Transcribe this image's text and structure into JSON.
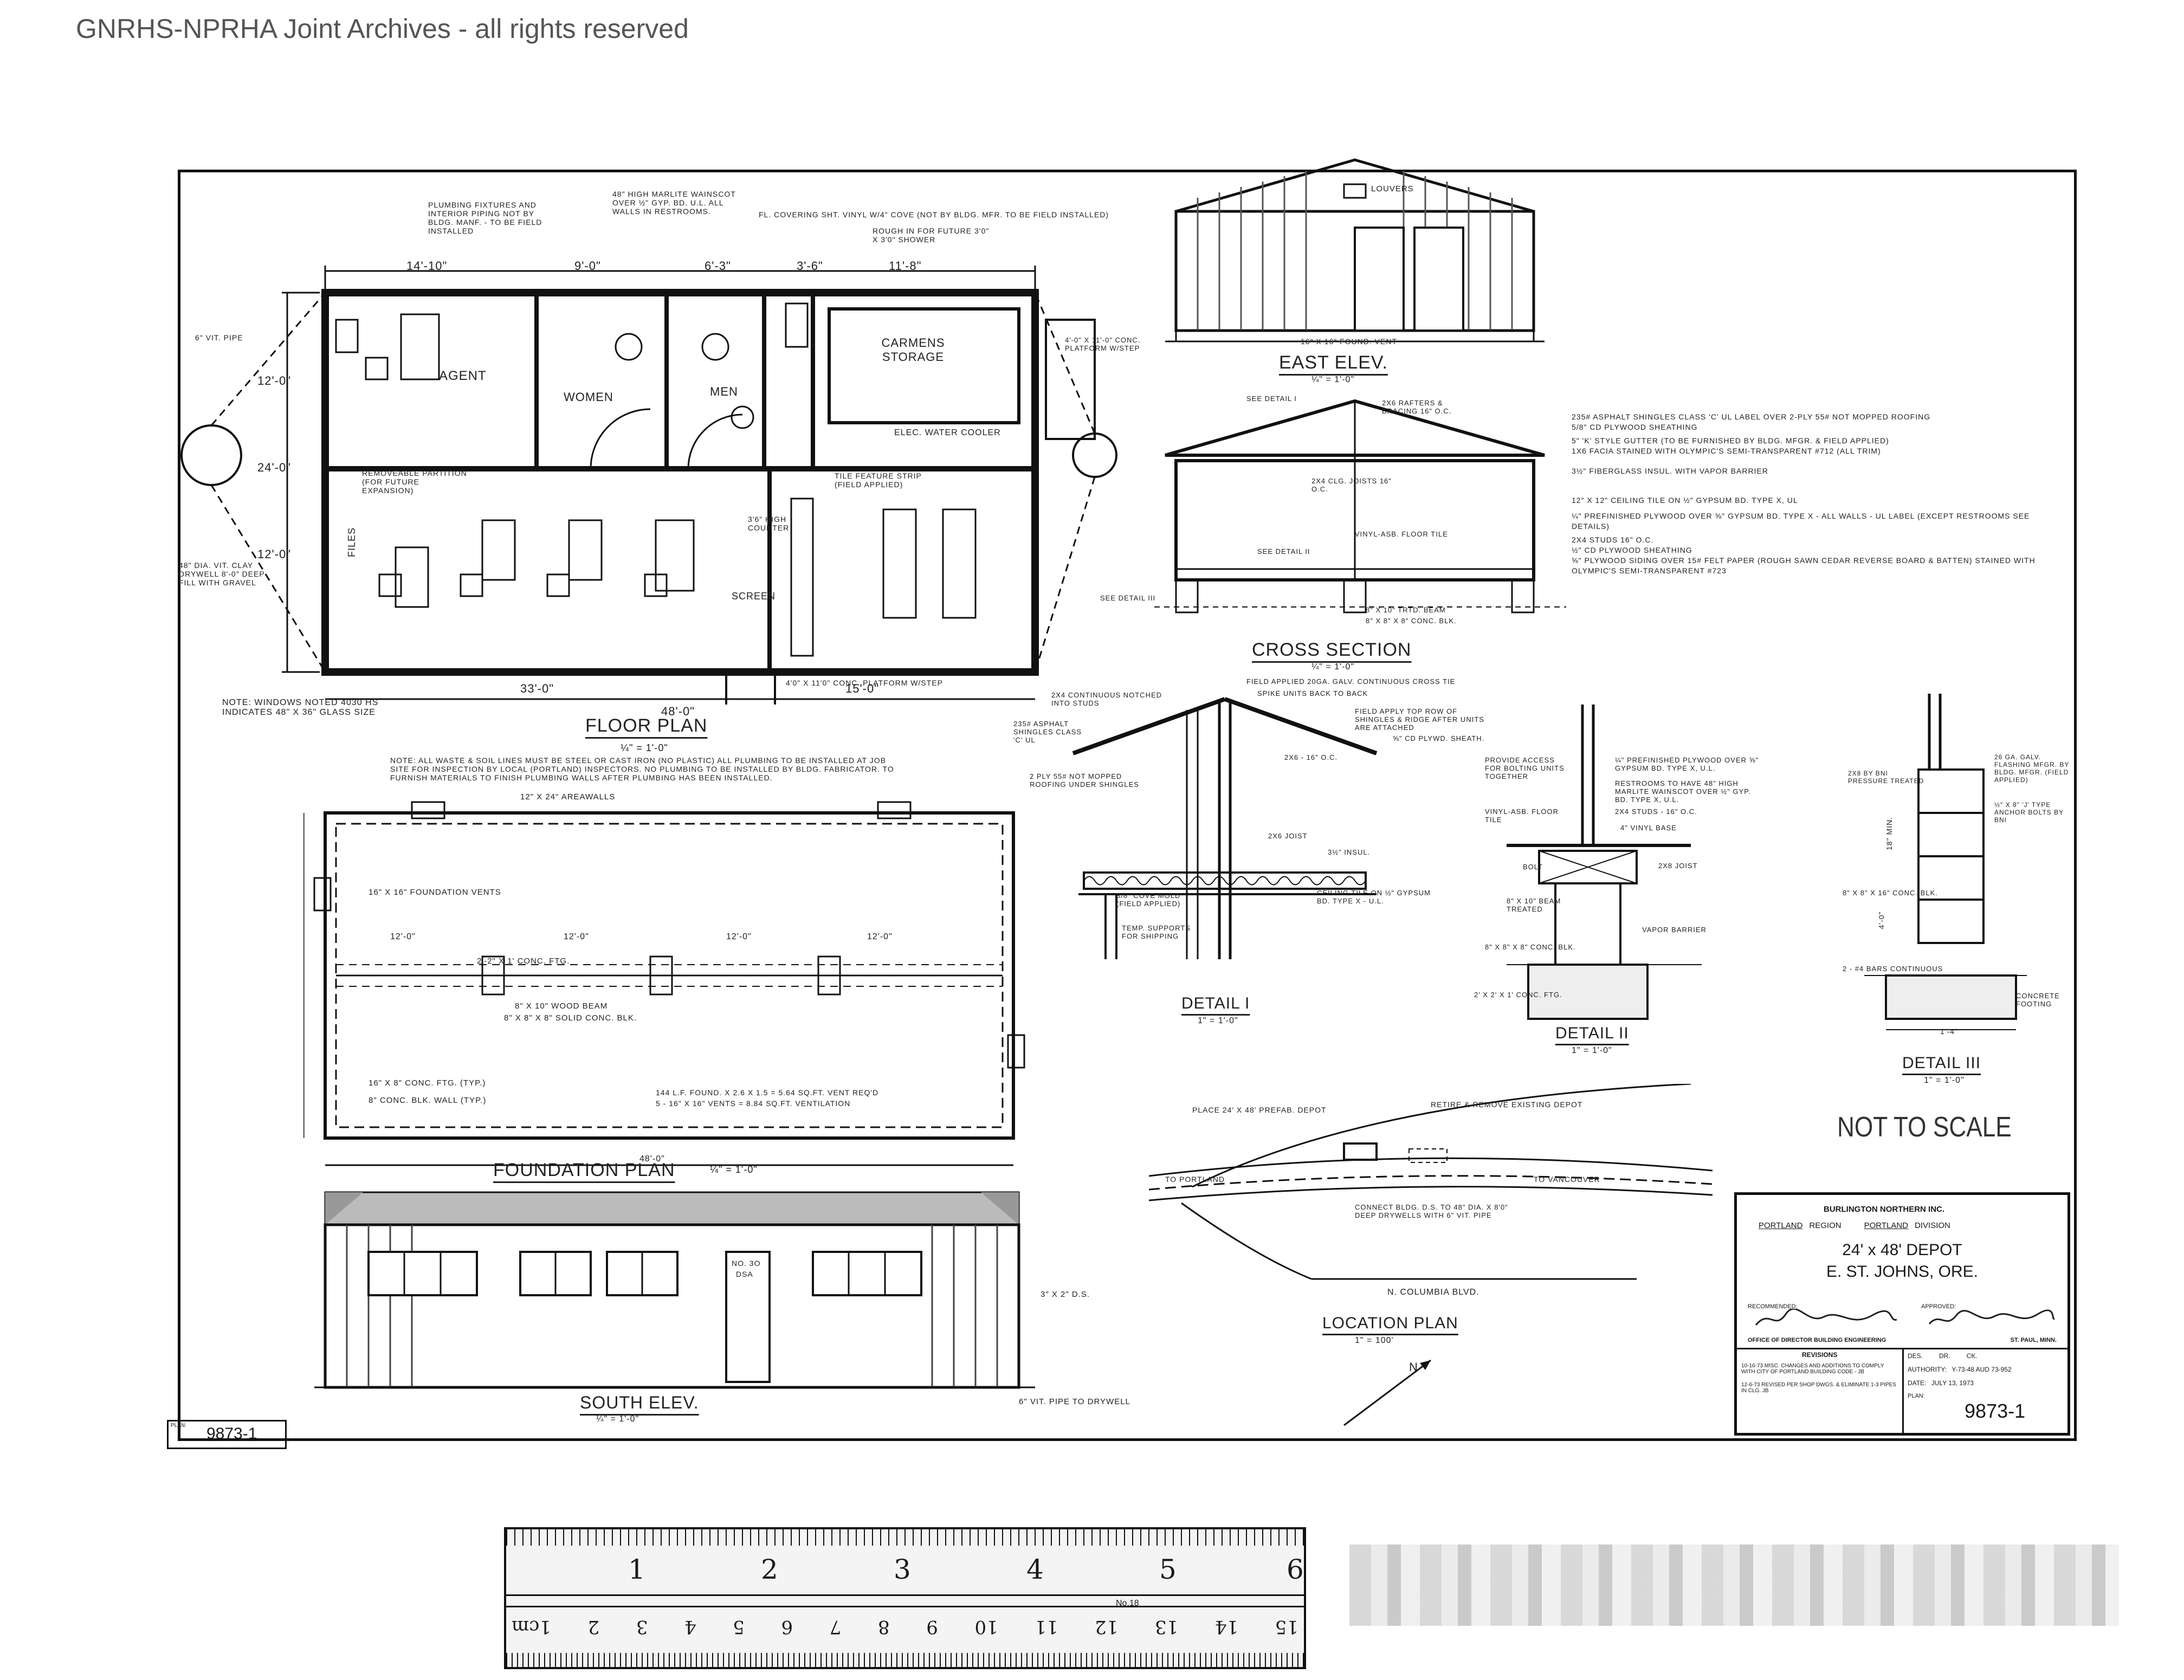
{
  "watermark": "GNRHS-NPRHA Joint Archives - all rights reserved",
  "floor_plan": {
    "title": "FLOOR PLAN",
    "scale": "¼\" = 1'-0\"",
    "rooms": [
      "AGENT",
      "WOMEN",
      "MEN",
      "CARMENS STORAGE",
      "FILES",
      "SCREEN"
    ],
    "dims_top": [
      "14'-10\"",
      "9'-0\"",
      "6'-3\"",
      "3'-6\"",
      "11'-8\""
    ],
    "dims_bottom": [
      "33'-0\"",
      "15'-0\"",
      "48'-0\""
    ],
    "dims_left": [
      "12'-0\"",
      "24'-0\"",
      "12'-0\""
    ],
    "callouts": [
      "PLUMBING FIXTURES AND INTERIOR PIPING NOT BY BLDG. MANF. - TO BE FIELD INSTALLED",
      "48\" HIGH MARLITE WAINSCOT OVER ½\" GYP. BD. U.L. ALL WALLS IN RESTROOMS.",
      "FL. COVERING SHT. VINYL W/4\" COVE (NOT BY BLDG. MFR. TO BE FIELD INSTALLED)",
      "ROUGH IN FOR FUTURE 3'0\" x 3'0\" SHOWER",
      "ELEC. WATER COOLER",
      "REMOVEABLE PARTITION (FOR FUTURE EXPANSION)",
      "3'6\" HIGH COUNTER",
      "TILE FEATURE STRIP (FIELD APPLIED)",
      "6\" VIT. PIPE",
      "48\" DIA. VIT. CLAY DRYWELL 8'-0\" DEEP FILL WITH GRAVEL",
      "4'0\" x 11'0\" CONC. PLATFORM W/STEP"
    ],
    "note": "NOTE: WINDOWS NOTED 4030 HS INDICATES 48\" x 36\" GLASS SIZE",
    "plumbing_note": "NOTE: ALL WASTE & SOIL LINES MUST BE STEEL OR CAST IRON (NO PLASTIC) ALL PLUMBING TO BE INSTALLED AT JOB SITE FOR INSPECTION BY LOCAL (PORTLAND) INSPECTORS. NO PLUMBING TO BE INSTALLED BY BLDG. FABRICATOR. TO FURNISH MATERIALS TO FINISH PLUMBING WALLS AFTER PLUMBING HAS BEEN INSTALLED."
  },
  "foundation_plan": {
    "title": "FOUNDATION PLAN",
    "scale": "¼\" = 1'-0\"",
    "labels": [
      "12\" x 24\" AREAWALLS",
      "16\" x 16\" FOUNDATION VENTS",
      "2'-2\" x 1' CONC. FTG.",
      "8\" x 10\" WOOD BEAM",
      "8\" x 8\" x 8\" SOLID CONC. BLK.",
      "16\" x 8\" CONC. FTG. (TYP.)",
      "8\" CONC. BLK. WALL (TYP.)",
      "144 L.F. FOUND. x 2.6 x 1.5 = 5.64 SQ.FT. VENT REQ'D",
      "5 - 16\" x 16\" VENTS = 8.84 SQ.FT. VENTILATION"
    ],
    "dims": [
      "12'-0\"",
      "12'-0\"",
      "12'-0\"",
      "12'-0\"",
      "48'-0\""
    ]
  },
  "east_elev": {
    "title": "EAST ELEV.",
    "scale": "¼\" = 1'-0\"",
    "labels": [
      "LOUVERS",
      "16\" x 16\" FOUND. VENT",
      "4'-0\" x 11'-0\" CONC. PLATFORM W/STEP"
    ]
  },
  "cross_section": {
    "title": "CROSS SECTION",
    "scale": "¼\" = 1'-0\"",
    "notes": [
      "235# ASPHALT SHINGLES CLASS 'C' UL LABEL OVER 2-PLY 55# NOT MOPPED ROOFING",
      "5/8\" CD PLYWOOD SHEATHING",
      "5\" 'K' STYLE GUTTER (TO BE FURNISHED BY BLDG. MFGR. & FIELD APPLIED)",
      "1x6 FACIA STAINED WITH OLYMPIC'S SEMI-TRANSPARENT #712 (ALL TRIM)",
      "3½\" FIBERGLASS INSUL. WITH VAPOR BARRIER",
      "12\" x 12\" CEILING TILE ON ½\" GYPSUM BD. TYPE X, UL",
      "¼\" PREFINISHED PLYWOOD OVER ⅝\" GYPSUM BD. TYPE X - ALL WALLS - UL LABEL (EXCEPT RESTROOMS SEE DETAILS)",
      "2x4 STUDS 16\" O.C.",
      "½\" CD PLYWOOD SHEATHING",
      "⅝\" PLYWOOD SIDING OVER 15# FELT PAPER (ROUGH SAWN CEDAR REVERSE BOARD & BATTEN) STAINED WITH OLYMPIC'S SEMI-TRANSPARENT #723"
    ],
    "labels": [
      "2x6 RAFTERS & BRACING 16\" O.C.",
      "2x4 CLG. JOISTS 16\" O.C.",
      "VINYL-ASB. FLOOR TILE",
      "SEE DETAIL I",
      "SEE DETAIL II",
      "SEE DETAIL III",
      "8\" x 10\" TRTD. BEAM",
      "8\" x 8\" x 8\" CONC. BLK."
    ]
  },
  "detail_1": {
    "title": "DETAIL I",
    "scale": "1\" = 1'-0\"",
    "labels": [
      "FIELD APPLIED 20GA. GALV. CONTINUOUS CROSS TIE",
      "SPIKE UNITS BACK TO BACK",
      "FIELD APPLY TOP ROW OF SHINGLES & RIDGE AFTER UNITS ARE ATTACHED",
      "⅝\" CD PLYWD. SHEATH.",
      "2x4 CONTINUOUS NOTCHED INTO STUDS",
      "235# ASPHALT SHINGLES CLASS 'C' UL",
      "2 PLY 55# NOT MOPPED ROOFING UNDER SHINGLES",
      "2x6 - 16\" O.C.",
      "2x6 JOIST",
      "3½\" INSUL.",
      "3/8\" COVE MOLD (FIELD APPLIED)",
      "CEILING TILE ON ½\" GYPSUM BD. TYPE X - U.L.",
      "TEMP. SUPPORTS FOR SHIPPING"
    ]
  },
  "detail_2": {
    "title": "DETAIL II",
    "scale": "1\" = 1'-0\"",
    "labels": [
      "PROVIDE ACCESS FOR BOLTING UNITS TOGETHER",
      "¼\" PREFINISHED PLYWOOD OVER ⅝\" GYPSUM BD. TYPE X, U.L.",
      "RESTROOMS TO HAVE 48\" HIGH MARLITE WAINSCOT OVER ½\" GYP. BD. TYPE X, U.L.",
      "2x4 STUDS - 16\" O.C.",
      "VINYL-ASB. FLOOR TILE",
      "4\" VINYL BASE",
      "2x8 JOIST",
      "BOLT",
      "8\" x 10\" BEAM TREATED",
      "VAPOR BARRIER",
      "8\" x 8\" x 8\" CONC. BLK.",
      "2' x 2' x 1' CONC. FTG."
    ]
  },
  "detail_3": {
    "title": "DETAIL III",
    "scale": "1\" = 1'-0\"",
    "labels": [
      "26 GA. GALV. FLASHING MFGR. BY BLDG. MFGR. (FIELD APPLIED)",
      "2x8 BY BNI PRESSURE TREATED",
      "½\" x 8\" 'J' TYPE ANCHOR BOLTS BY BNI",
      "8\" x 8\" x 16\" CONC. BLK.",
      "2 - #4 BARS CONTINUOUS",
      "CONCRETE FOOTING",
      "1'-4\"",
      "4'-0\"",
      "18\" MIN."
    ]
  },
  "not_to_scale": "NOT TO SCALE",
  "location_plan": {
    "title": "LOCATION PLAN",
    "scale": "1\" = 100'",
    "labels": [
      "PLACE 24' x 48' PREFAB. DEPOT",
      "RETIRE & REMOVE EXISTING DEPOT",
      "TO PORTLAND",
      "TO VANCOUVER",
      "CONNECT BLDG. D.S. TO 48\" DIA. x 8'0\" DEEP DRYWELLS WITH 6\" VIT. PIPE",
      "N. COLUMBIA BLVD."
    ]
  },
  "south_elev": {
    "title": "SOUTH ELEV.",
    "scale": "¼\" = 1'-0\"",
    "door_label": [
      "NO. 3O",
      "DSA"
    ],
    "labels": [
      "3\" x 2\" D.S.",
      "6\" VIT. PIPE TO DRYWELL"
    ]
  },
  "title_block": {
    "company": "BURLINGTON NORTHERN INC.",
    "region": "PORTLAND",
    "region_label": "REGION",
    "division": "PORTLAND",
    "division_label": "DIVISION",
    "project": "24' x 48' DEPOT",
    "location": "E. ST. JOHNS, ORE.",
    "recommended_label": "RECOMMENDED:",
    "approved_label": "APPROVED:",
    "office": "OFFICE OF DIRECTOR BUILDING ENGINEERING",
    "city": "ST. PAUL, MINN.",
    "revisions_label": "REVISIONS",
    "revisions": [
      "10-16-73 MISC. CHANGES AND ADDITIONS TO COMPLY WITH CITY OF PORTLAND BUILDING CODE - JB",
      "12-6-73 REVISED PER SHOP DWGS. & ELIMINATE 1-3 PIPES IN CLG. JB"
    ],
    "des": "DES.",
    "drawn": "DR.",
    "checked": "CK.",
    "authority_label": "AUTHORITY:",
    "authority": "Y-73-48 AUD 73-952",
    "date_label": "DATE:",
    "date": "JULY 13, 1973",
    "plan_label": "PLAN:",
    "plan_no": "9873-1",
    "plan_tab": "PLAN:",
    "plan_tab_no": "9873-1"
  },
  "ruler": {
    "inch_marks": [
      "1",
      "2",
      "3",
      "4",
      "5",
      "6"
    ],
    "cm_marks": [
      "15",
      "14",
      "13",
      "12",
      "11",
      "10",
      "9",
      "8",
      "7",
      "6",
      "5",
      "4",
      "3",
      "2",
      "1cm"
    ],
    "brand": "No.18"
  }
}
